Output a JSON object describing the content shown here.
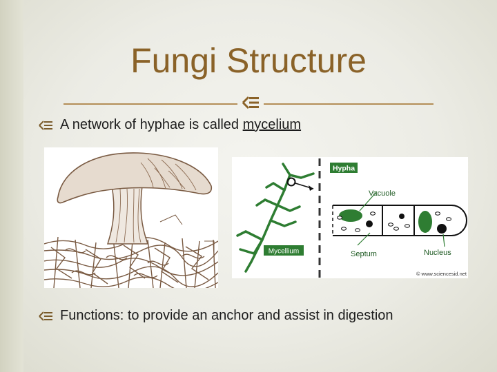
{
  "slide": {
    "title": "Fungi Structure",
    "bullets": [
      {
        "text_before": "A network of hyphae is called ",
        "text_underlined": "mycelium"
      },
      {
        "text": "Functions: to provide an anchor and assist in digestion"
      }
    ]
  },
  "diagram": {
    "labels": {
      "hypha": "Hypha",
      "vacuole": "Vacuole",
      "mycelium": "Mycellium",
      "septum": "Septum",
      "nucleus": "Nucleus",
      "credit": "© www.sciencesid.net"
    }
  },
  "colors": {
    "title": "#8a6228",
    "rule": "#b38d56",
    "label_bg": "#2e7d32",
    "hypha_green": "#2e7d32",
    "mushroom_brown": "#7a5b43"
  },
  "icons": {
    "bullet": "chevron-bars-icon",
    "title_ornament": "chevron-bars-icon"
  }
}
